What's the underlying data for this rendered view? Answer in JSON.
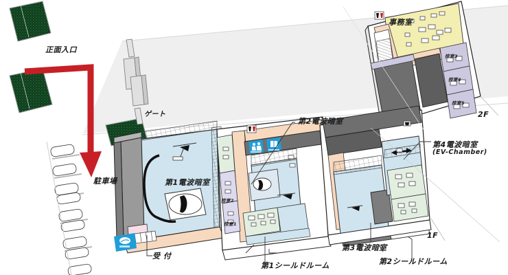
{
  "diagram": {
    "type": "isometric-architectural-floorplan",
    "description": "Isometric cutaway illustration of an EMC test facility with parking lot, reception and multiple anechoic chambers",
    "background_color": "#ffffff"
  },
  "palette": {
    "ground": "#ededed",
    "road": "#f2f2f2",
    "hedge_dark": "#0f3d1e",
    "hedge_light": "#2f7a3e",
    "arrow_red": "#c62026",
    "chamber_blue": "#cfe4ef",
    "chamber_blue_dark": "#b4d4e4",
    "corridor_peach": "#f7d9c0",
    "room_lilac": "#ddd9ee",
    "room_mint": "#e2efe0",
    "office_yellow": "#f3eeb2",
    "roof_gray": "#787878",
    "roof_gray_dark": "#5e5e5e",
    "wall_gray": "#9a9a9a",
    "sign_blue": "#1f9ed9",
    "outline": "#1a1a1a",
    "white": "#ffffff"
  },
  "labels": {
    "front_entrance": "正面入口",
    "gate": "ゲート",
    "parking": "駐車場",
    "reception": "受 付",
    "chamber_1": "第1電波暗室",
    "chamber_2": "第2電波暗室",
    "chamber_3": "第3電波暗室",
    "chamber_4": "第4電波暗室",
    "chamber_4_sub": "(EV-Chamber)",
    "shield_room_1": "第1シールドルーム",
    "shield_room_2": "第2シールドルーム",
    "office": "事務室",
    "waiting_1": "控室1",
    "waiting_2": "控室2",
    "waiting_3": "控室3",
    "waiting_4": "控室4",
    "waiting_5": "控室5",
    "floor_1f": "1F",
    "floor_2f": "2F"
  },
  "rooms": [
    {
      "name": "第1電波暗室",
      "floor": "1F",
      "color": "#cfe4ef"
    },
    {
      "name": "第2電波暗室",
      "floor": "1F",
      "color": "#cfe4ef"
    },
    {
      "name": "第3電波暗室",
      "floor": "1F",
      "color": "#cfe4ef"
    },
    {
      "name": "第4電波暗室",
      "floor": "1F",
      "color": "#cfe4ef"
    },
    {
      "name": "第1シールドルーム",
      "floor": "1F",
      "color": "#cfe4ef"
    },
    {
      "name": "第2シールドルーム",
      "floor": "1F",
      "color": "#ffffff"
    },
    {
      "name": "控室1",
      "floor": "1F",
      "color": "#ddd9ee"
    },
    {
      "name": "控室2",
      "floor": "1F",
      "color": "#ddd9ee"
    },
    {
      "name": "控室3",
      "floor": "2F",
      "color": "#ddd9ee"
    },
    {
      "name": "控室4",
      "floor": "2F",
      "color": "#ddd9ee"
    },
    {
      "name": "控室5",
      "floor": "2F",
      "color": "#ddd9ee"
    },
    {
      "name": "事務室",
      "floor": "2F",
      "color": "#f3eeb2"
    },
    {
      "name": "受 付",
      "floor": "1F",
      "color": "#f7d9c0"
    }
  ],
  "icons": {
    "fire_extinguisher": "fire-extinguisher-icon",
    "restroom_sign": "restroom-sign-icon",
    "elevator_sign": "elevator-sign-icon",
    "info_sign": "info-sign-icon",
    "arrow_direction": "red-direction-arrow"
  },
  "counts": {
    "parked_cars": 9,
    "hedge_blocks": 3
  }
}
